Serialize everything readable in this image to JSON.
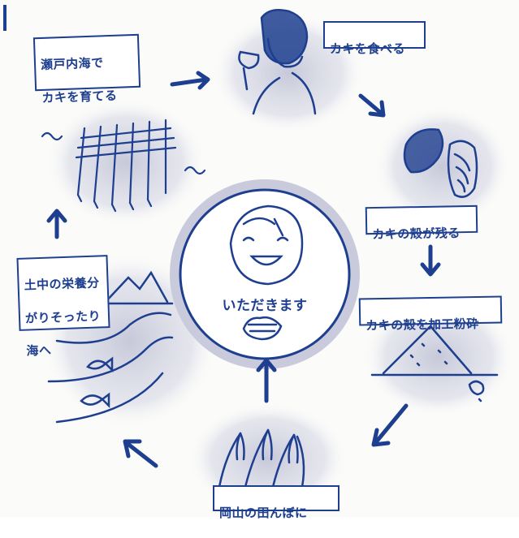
{
  "colors": {
    "ink": "#1e3f8f",
    "shadow": "#c9cbdc",
    "background": "#fbfbf9"
  },
  "labels": {
    "seto_line1": "瀬戸内海で",
    "seto_line2": "カキを育てる",
    "eat": "カキを食べる",
    "shell_left": "カキの殻が残る",
    "processed": "カキの殻を加工粉砕",
    "rice_field": "岡山の田んぼに",
    "nutrient_line1": "土中の栄養分",
    "nutrient_line2": "がりそったり",
    "nutrient_line3": "海へ",
    "center": "いただきます"
  },
  "icons": [
    "arrow-icon",
    "oyster-icon",
    "rice-icon",
    "fish-icon",
    "net-icon",
    "person-icon"
  ]
}
